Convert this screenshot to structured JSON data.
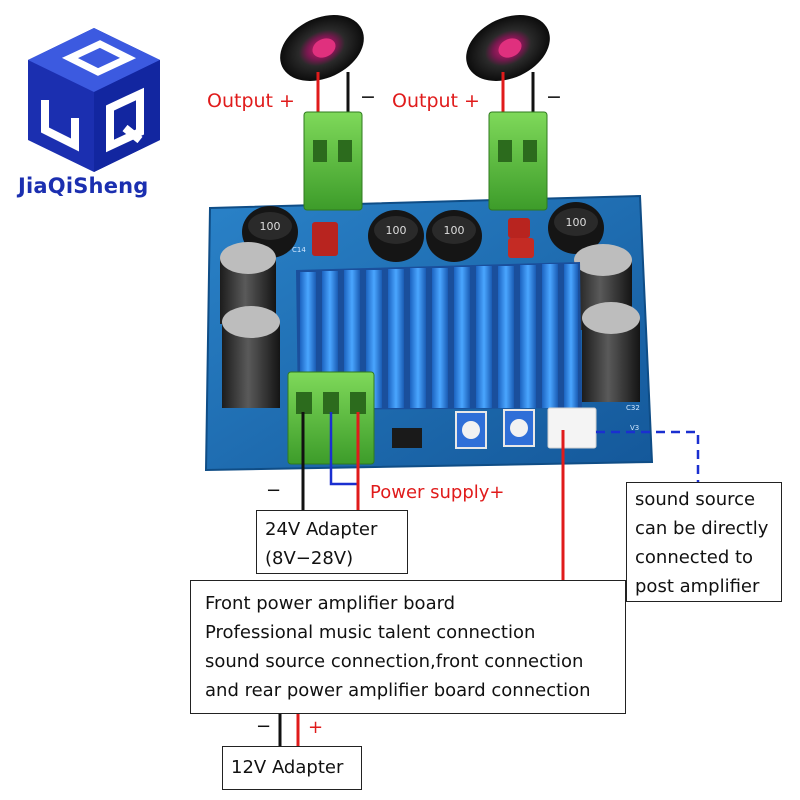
{
  "brand": {
    "name": "JiaQiSheng",
    "logo_letters": "JQ"
  },
  "speakers": [
    {
      "plus_label": "Output +",
      "minus_label": "−"
    },
    {
      "plus_label": "Output +",
      "minus_label": "−"
    }
  ],
  "board": {
    "inductor_labels": [
      "100",
      "100",
      "100",
      "100"
    ],
    "silkscreen": [
      "C14",
      "C32",
      "V3"
    ]
  },
  "power_terminal": {
    "minus_label": "−",
    "plus_label": "Power supply+"
  },
  "adapter_24v": {
    "lines": [
      "24V Adapter",
      "(8V−28V)"
    ]
  },
  "sound_source_note": {
    "lines": [
      "sound source",
      "can be directly",
      "connected to",
      "post amplifier"
    ]
  },
  "front_board_note": {
    "lines": [
      "Front power amplifier board",
      "Professional music talent connection",
      "sound source connection,front connection",
      "and rear power amplifier board connection"
    ]
  },
  "adapter_12v": {
    "label": "12V Adapter",
    "minus_label": "−",
    "plus_label": "+"
  },
  "colors": {
    "wire_red": "#e01b1b",
    "wire_black": "#111111",
    "wire_blue": "#1a2fd0",
    "pcb": "#1d6fb8",
    "heatsink": "#2f8fe8",
    "terminal": "#5cc23c",
    "logo_blue": "#1b2fb0"
  }
}
